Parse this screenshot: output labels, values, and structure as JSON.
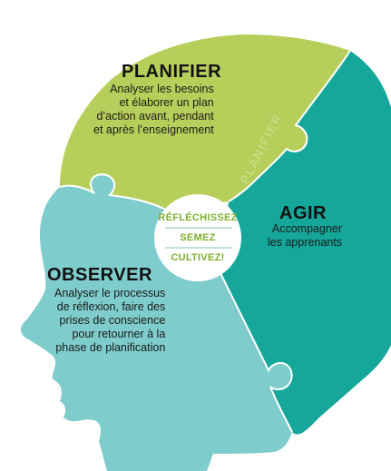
{
  "planifier": {
    "title": "PLANIFIER",
    "lines": [
      "Analyser les besoins",
      "et élaborer un plan",
      "d’action avant, pendant",
      "et après l’enseignement"
    ],
    "watermark": "PLANIFIER",
    "color": "#B7CE5A"
  },
  "agir": {
    "title": "AGIR",
    "lines": [
      "Accompagner",
      "les apprenants"
    ],
    "color": "#16A79B"
  },
  "observer": {
    "title": "OBSERVER",
    "lines": [
      "Analyser le processus",
      "de réflexion, faire des",
      "prises de conscience",
      "pour retourner à la",
      "phase de planification"
    ],
    "color": "#7ECCCB"
  },
  "center": {
    "words": [
      "RÉFLÉCHISSEZ",
      "SEMEZ",
      "CULTIVEZ!"
    ],
    "text_color": "#7EAF2E",
    "divider_color": "#9FCFCC"
  }
}
